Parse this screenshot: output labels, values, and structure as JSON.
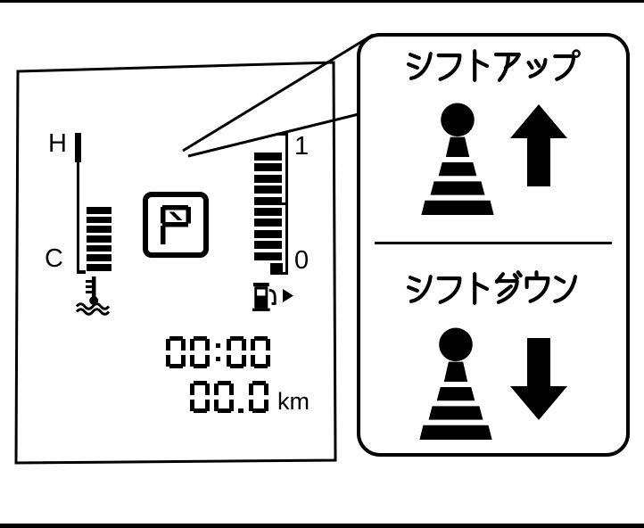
{
  "meter_display": {
    "coolant_temp_gauge": {
      "high_label": "H",
      "low_label": "C",
      "segments_lit": 7,
      "icon": "coolant-temperature-icon"
    },
    "gear_position_indicator": {
      "value": "P"
    },
    "fuel_gauge": {
      "full_label": "1",
      "empty_label": "0",
      "segments_lit": 10,
      "icon": "fuel-pump-icon"
    },
    "clock": {
      "value": "00:00"
    },
    "odometer": {
      "value": "00.0",
      "unit": "km"
    }
  },
  "callout": {
    "shift_up": {
      "label": "シフトアップ",
      "icon": "shift-lever-with-up-arrow"
    },
    "shift_down": {
      "label": "シフトダウン",
      "icon": "shift-lever-with-down-arrow"
    }
  },
  "colors": {
    "ink": "#000000",
    "paper": "#ffffff"
  }
}
